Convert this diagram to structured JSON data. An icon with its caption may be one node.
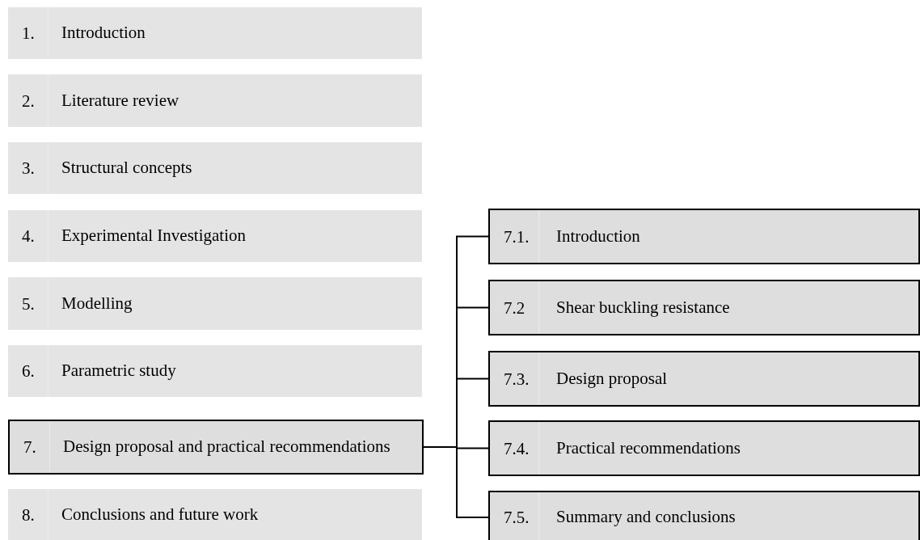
{
  "diagram": {
    "nodes": [
      {
        "text": [
          "1.",
          "Introduction"
        ]
      },
      {
        "text": [
          "2.",
          "Literature review"
        ]
      },
      {
        "text": [
          "3.",
          "Structural concepts"
        ]
      },
      {
        "text": [
          "4.",
          "Experimental Investigation"
        ]
      },
      {
        "text": [
          "5.",
          "Modelling"
        ]
      },
      {
        "text": [
          "6.",
          "Parametric study"
        ]
      },
      {
        "text": [
          "7.",
          "Design proposal and practical recommendations"
        ]
      },
      {
        "text": [
          "8.",
          "Conclusions and future work"
        ]
      },
      {
        "text": [
          "7.1.",
          "Introduction"
        ]
      },
      {
        "text": [
          "7.2",
          "Shear buckling resistance"
        ]
      },
      {
        "text": [
          "7.3.",
          "Design proposal"
        ]
      },
      {
        "text": [
          "7.4.",
          "Practical recommendations"
        ]
      },
      {
        "text": [
          "7.5.",
          "Summary and conclusions"
        ]
      }
    ],
    "edges": [
      {
        "from": 6,
        "to": 8,
        "arrow": "none"
      },
      {
        "from": 6,
        "to": 9,
        "arrow": "none"
      },
      {
        "from": 6,
        "to": 10,
        "arrow": "none"
      },
      {
        "from": 6,
        "to": 11,
        "arrow": "none"
      },
      {
        "from": 6,
        "to": 12,
        "arrow": "none"
      }
    ]
  }
}
